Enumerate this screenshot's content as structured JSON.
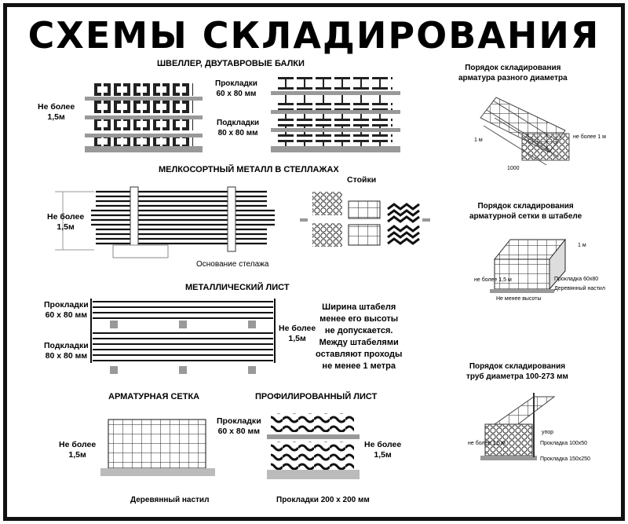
{
  "title": "СХЕМЫ СКЛАДИРОВАНИЯ",
  "channel": {
    "heading": "ШВЕЛЛЕР, ДВУТАВРОВЫЕ БАЛКИ",
    "height_label": "Не более\n1,5м",
    "spacers_label": "Прокладки\n60 х 80 мм",
    "supports_label": "Подкладки\n80 х 80 мм"
  },
  "rack": {
    "heading": "МЕЛКОСОРТНЫЙ МЕТАЛЛ В СТЕЛЛАЖАХ",
    "height_label": "Не более\n1,5м",
    "posts_label": "Стойки",
    "base_label": "Основание стелажа"
  },
  "sheet": {
    "heading": "МЕТАЛЛИЧЕСКИЙ ЛИСТ",
    "spacers_label": "Прокладки\n60 х 80 мм",
    "supports_label": "Подкладки\n80 х 80 мм",
    "height_label": "Не более\n1,5м",
    "note": "Ширина штабеля\nменее его высоты\nне допускается.\nМежду штабелями\nоставляют проходы\nне менее 1 метра"
  },
  "mesh": {
    "heading": "АРМАТУРНАЯ СЕТКА",
    "height_label": "Не более\n1,5м",
    "base_label": "Деревянный настил"
  },
  "profiled": {
    "heading": "ПРОФИЛИРОВАННЫЙ ЛИСТ",
    "spacers_label": "Прокладки\n60 х 80 мм",
    "height_label": "Не более\n1,5м",
    "base_label": "Прокладки 200 х 200 мм"
  },
  "rebar": {
    "heading": "Порядок складирования\nарматура разного диаметра",
    "dim_left": "1 м",
    "dim_right": "не более 1 м",
    "dim_bottom": "1000"
  },
  "mesh_stack": {
    "heading": "Порядок складирования\nарматурной сетки в штабеле",
    "dim_top": "1 м",
    "dim_side": "не более 1,5 м",
    "spacer_label": "Прокладка 60х80",
    "deck_label": "Деревянный настил",
    "width_label": "Не менее высоты"
  },
  "pipes": {
    "heading": "Порядок складирования\nтруб диаметра 100-273 мм",
    "dim_side": "не более 1,5 м",
    "stop_label": "упор",
    "spacer1_label": "Прокладка 100х50",
    "spacer2_label": "Прокладка 150х250"
  }
}
